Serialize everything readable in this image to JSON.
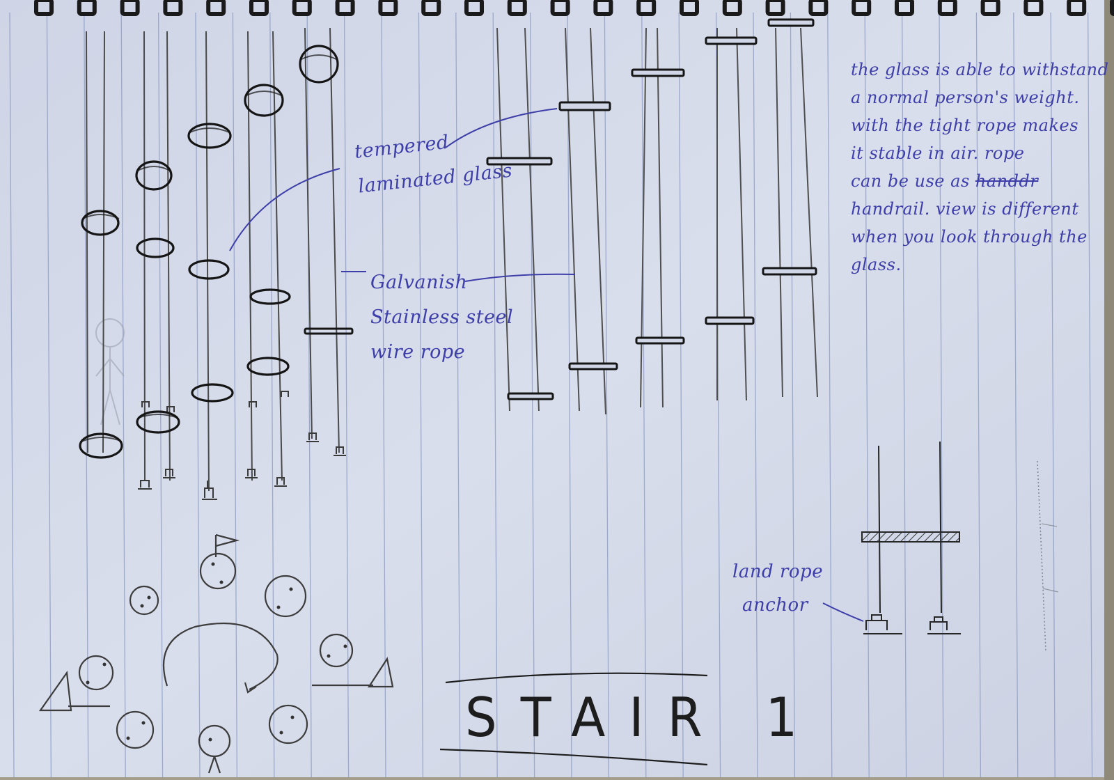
{
  "title": "STAIR 1",
  "annotations": {
    "glass": [
      "tempered",
      "laminated glass"
    ],
    "wire_rope": [
      "Galvanish",
      "Stainless steel",
      "wire rope"
    ],
    "description": [
      "the glass is able to withstand",
      "a normal person's weight.",
      "with the tight rope makes",
      "it stable in air. rope",
      "can be use as ",
      "handrail. view is different",
      "when you look through the",
      "glass."
    ],
    "description_struck_word": "handdr",
    "anchor": [
      "land rope",
      "anchor"
    ]
  },
  "colors": {
    "paper": "#d6dcea",
    "rule_line": "#8d9cc4",
    "pencil": "#2b2b2b",
    "ink": "#3d3ea8",
    "spiral": "#1a1a1a"
  }
}
